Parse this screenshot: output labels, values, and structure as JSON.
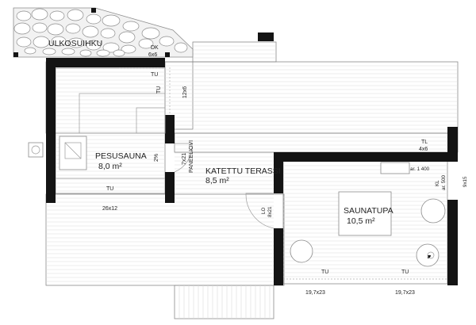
{
  "colors": {
    "wall": "#141414",
    "deck_line": "#d9d9d9",
    "outline": "#8a8a8a",
    "stone_fill": "#f2f2f2",
    "stone_outline": "#8c8c8c",
    "text": "#222222"
  },
  "labels": {
    "ulkosuihku": "ULKOSUIHKU",
    "dk": "DK",
    "dk_size": "6x6",
    "tu_top": "TU",
    "tu_side": "TU",
    "dim_12x6": "12x6",
    "pesusauna": "PESUSAUNA",
    "pesusauna_area": "8,0 m²",
    "pesusauna_pct": "2%",
    "tu_sauna_bottom": "TU",
    "dim_26x12": "26x12",
    "door_7x21": "7x21",
    "paneeliovi": "PANEELIOVI",
    "katettu_terassi": "KATETTU TERASSI",
    "katettu_area": "8,5 m²",
    "tl": "TL",
    "tl_size": "4x6",
    "ar_1400": "ar. 1 400",
    "kl": "KL",
    "ar_500": "ar. 500",
    "dim_9x15": "9x15",
    "lo": "LO",
    "lo_size": "8x21",
    "saunatupa": "SAUNATUPA",
    "saunatupa_area": "10,5 m²",
    "tu_tupa_left": "TU",
    "tu_tupa_right": "TU",
    "window_left": "19,7x23",
    "window_right": "19,7x23"
  }
}
